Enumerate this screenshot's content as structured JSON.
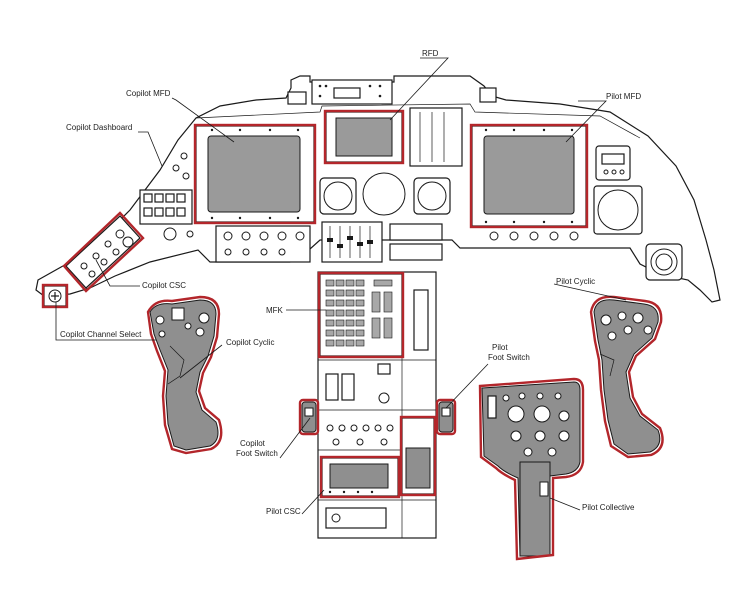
{
  "labels": {
    "rfd": "RFD",
    "copilot_mfd": "Copilot MFD",
    "pilot_mfd": "Pilot MFD",
    "copilot_dashboard": "Copilot Dashboard",
    "copilot_csc": "Copilot CSC",
    "copilot_channel_select": "Copilot Channel Select",
    "pilot_cyclic": "Pilot Cyclic",
    "mfk": "MFK",
    "copilot_cyclic": "Copilot Cyclic",
    "pilot_foot_switch_line1": "Pilot",
    "pilot_foot_switch_line2": "Foot Switch",
    "copilot_foot_switch_line1": "Copilot",
    "copilot_foot_switch_line2": "Foot Switch",
    "pilot_csc": "Pilot CSC",
    "pilot_collective": "Pilot Collective"
  },
  "colors": {
    "highlight": "#b3262b",
    "component_fill": "#8f8f8f",
    "outline": "#1a1a1a"
  }
}
